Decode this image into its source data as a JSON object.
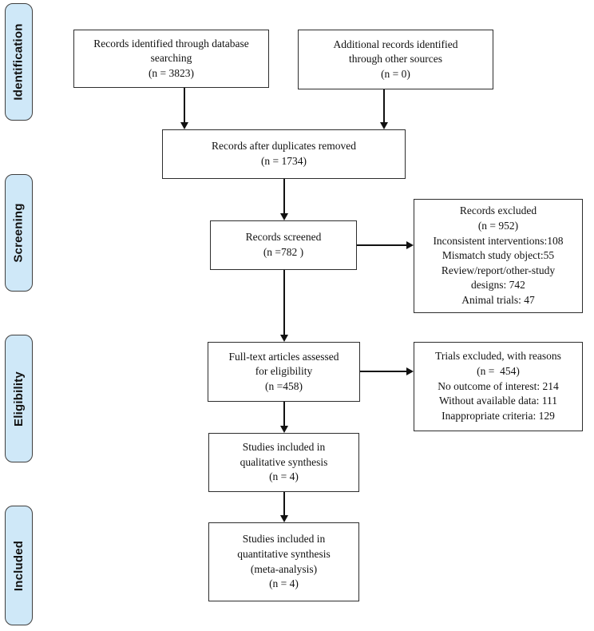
{
  "stages": [
    {
      "id": "identification",
      "label": "Identification"
    },
    {
      "id": "screening",
      "label": "Screening"
    },
    {
      "id": "eligibility",
      "label": "Eligibility"
    },
    {
      "id": "included",
      "label": "Included"
    }
  ],
  "boxes": {
    "records_identified": {
      "lines": [
        "Records identified through database",
        "searching",
        "(n = 3823)"
      ]
    },
    "additional_records": {
      "lines": [
        "Additional records identified",
        "through other sources",
        "(n = 0)"
      ]
    },
    "duplicates_removed": {
      "lines": [
        "Records after duplicates removed",
        "(n = 1734)"
      ]
    },
    "records_screened": {
      "lines": [
        "Records screened",
        "(n =782 )"
      ]
    },
    "records_excluded": {
      "lines": [
        "Records excluded",
        "(n = 952)",
        "Inconsistent interventions:108",
        "Mismatch study object:55",
        "Review/report/other-study",
        "designs: 742",
        "Animal trials: 47"
      ]
    },
    "fulltext_assessed": {
      "lines": [
        "Full-text articles assessed",
        "for eligibility",
        "(n =458)"
      ]
    },
    "trials_excluded": {
      "lines": [
        "Trials excluded, with reasons",
        "(n =  454)",
        "No outcome of interest: 214",
        "Without available data: 111",
        "Inappropriate criteria: 129"
      ]
    },
    "qualitative_synthesis": {
      "lines": [
        "Studies included in",
        "qualitative synthesis",
        "(n = 4)"
      ]
    },
    "quantitative_synthesis": {
      "lines": [
        "Studies included in",
        "quantitative synthesis",
        "(meta-analysis)",
        "(n = 4)"
      ]
    }
  },
  "colors": {
    "stage_fill": "#cfe8f8",
    "stage_border": "#3f3f3f",
    "box_border": "#2d2d2d",
    "arrow": "#111111",
    "background": "#ffffff",
    "text": "#111111"
  }
}
